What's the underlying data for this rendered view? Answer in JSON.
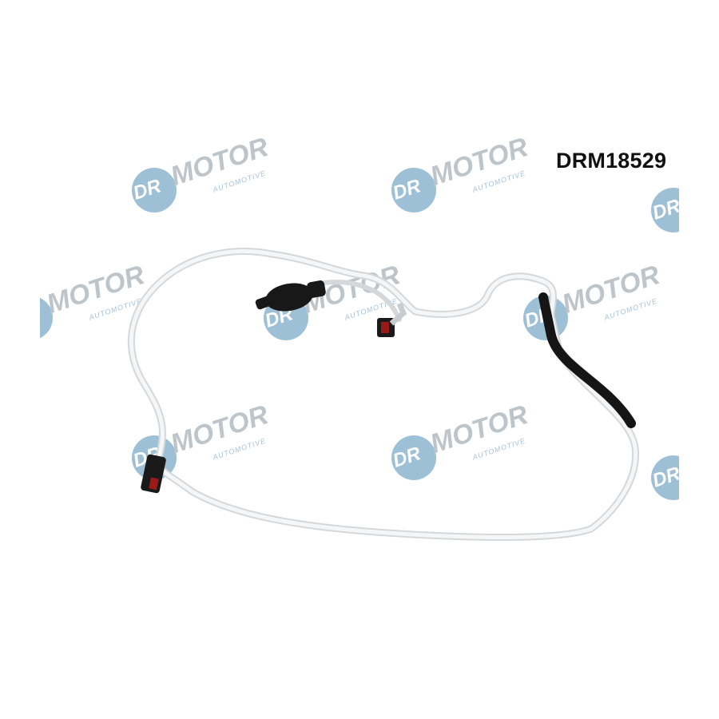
{
  "product": {
    "code": "DRM18529"
  },
  "watermark": {
    "brand_prefix": "DR",
    "brand_name": "MOTOR",
    "tagline": "AUTOMOTIVE"
  },
  "colors": {
    "watermark_blue": "#4f8db5",
    "watermark_grey": "#8a96a0",
    "hose": "#e9ecee",
    "black_parts": "#151515",
    "connector_red": "#9a1a1a"
  }
}
